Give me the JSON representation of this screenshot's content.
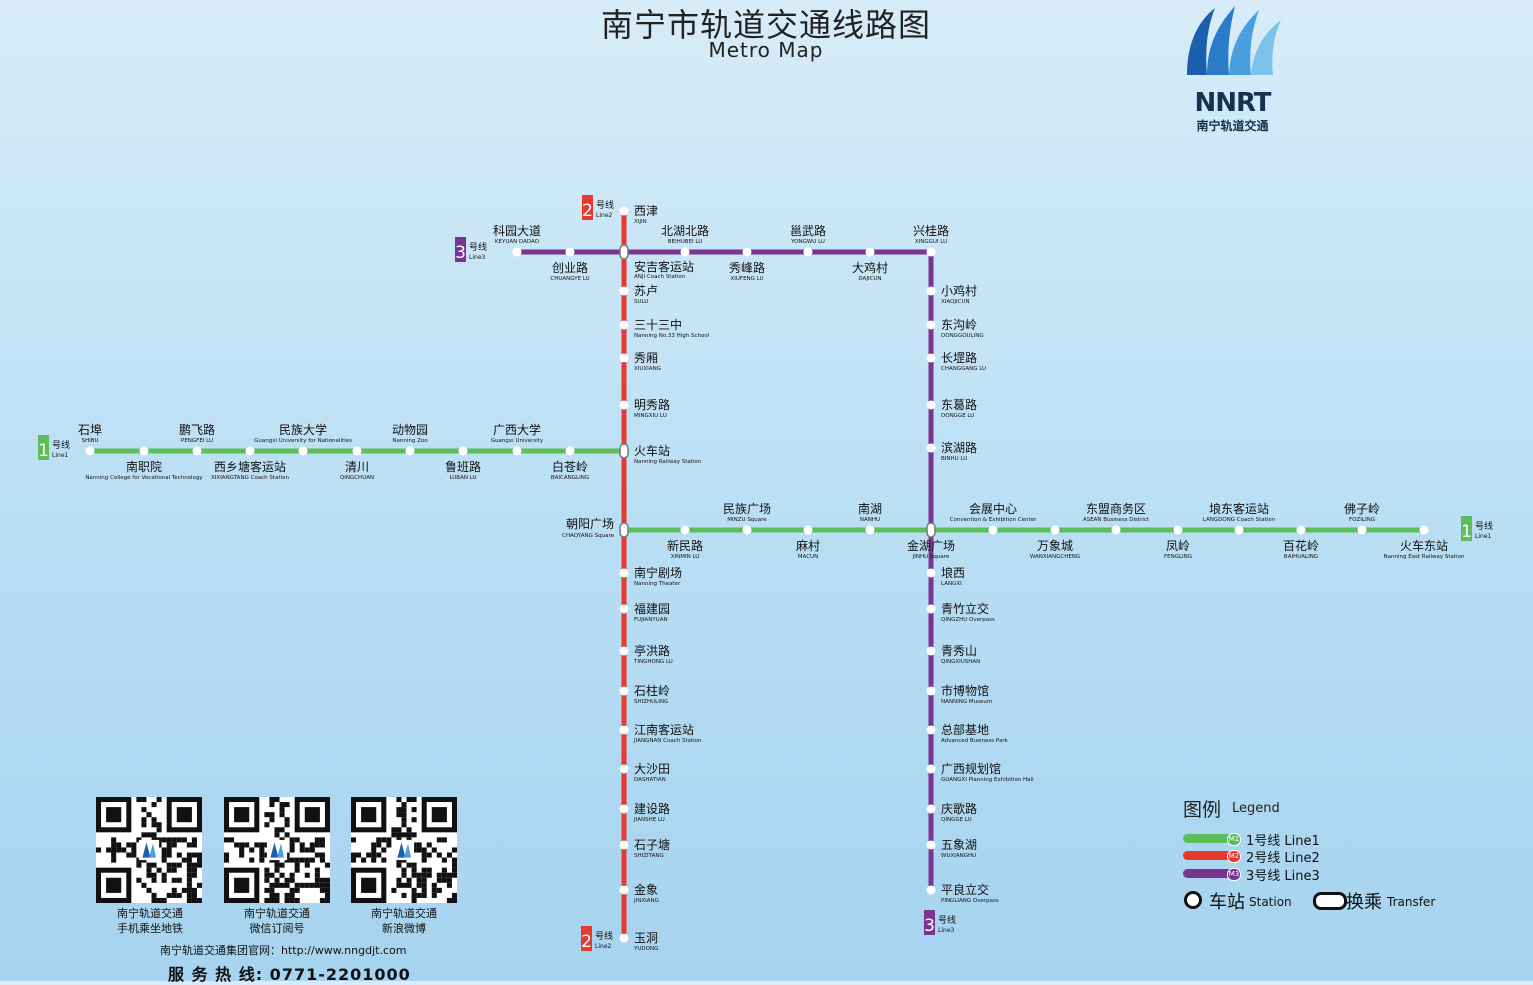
{
  "header": {
    "title_cn": "南宁市轨道交通线路图",
    "title_en": "Metro Map",
    "logo_text": "NNRT",
    "logo_sub": "南宁轨道交通"
  },
  "colors": {
    "line1": "#5cbd5a",
    "line2": "#e8392f",
    "line3": "#7a3592",
    "station_fill": "#ffffff",
    "text": "#111111"
  },
  "line_badges": [
    {
      "num": "1",
      "cn": "号线",
      "en": "Line1",
      "line": "line1",
      "pos": "west"
    },
    {
      "num": "1",
      "cn": "号线",
      "en": "Line1",
      "line": "line1",
      "pos": "east"
    },
    {
      "num": "2",
      "cn": "号线",
      "en": "Line2",
      "line": "line2",
      "pos": "north"
    },
    {
      "num": "2",
      "cn": "号线",
      "en": "Line2",
      "line": "line2",
      "pos": "south"
    },
    {
      "num": "3",
      "cn": "号线",
      "en": "Line3",
      "line": "line3",
      "pos": "west"
    },
    {
      "num": "3",
      "cn": "号线",
      "en": "Line3",
      "line": "line3",
      "pos": "south"
    }
  ],
  "lines": {
    "line1": {
      "name": "1号线",
      "stations": [
        {
          "cn": "石埠",
          "en": "SHIBU"
        },
        {
          "cn": "南职院",
          "en": "Nanning College for Vocational Technology"
        },
        {
          "cn": "鹏飞路",
          "en": "PENGFEI LU"
        },
        {
          "cn": "西乡塘客运站",
          "en": "XIXIANGTANG Coach Station"
        },
        {
          "cn": "民族大学",
          "en": "Guangxi University for Nationalities"
        },
        {
          "cn": "清川",
          "en": "QINGCHUAN"
        },
        {
          "cn": "动物园",
          "en": "Nanning Zoo"
        },
        {
          "cn": "鲁班路",
          "en": "LUBAN LU"
        },
        {
          "cn": "广西大学",
          "en": "Guangxi University"
        },
        {
          "cn": "白苍岭",
          "en": "BAICANGLING"
        },
        {
          "cn": "火车站",
          "en": "Nanning Railway Station",
          "transfer": true
        },
        {
          "cn": "朝阳广场",
          "en": "CHAOYANG Square",
          "transfer": true
        },
        {
          "cn": "新民路",
          "en": "XINMIN LU"
        },
        {
          "cn": "民族广场",
          "en": "MINZU Square"
        },
        {
          "cn": "麻村",
          "en": "MACUN"
        },
        {
          "cn": "南湖",
          "en": "NANHU"
        },
        {
          "cn": "金湖广场",
          "en": "JINHU Square",
          "transfer": true
        },
        {
          "cn": "会展中心",
          "en": "Convention & Exhibition Center"
        },
        {
          "cn": "万象城",
          "en": "WANXIANGCHENG"
        },
        {
          "cn": "东盟商务区",
          "en": "ASEAN Business District"
        },
        {
          "cn": "凤岭",
          "en": "FENGLING"
        },
        {
          "cn": "埌东客运站",
          "en": "LANGDONG Coach Station"
        },
        {
          "cn": "百花岭",
          "en": "BAIHUALING"
        },
        {
          "cn": "佛子岭",
          "en": "FOZILING"
        },
        {
          "cn": "火车东站",
          "en": "Nanning East Railway Station"
        }
      ]
    },
    "line2": {
      "name": "2号线",
      "stations": [
        {
          "cn": "西津",
          "en": "XIJIN"
        },
        {
          "cn": "安吉客运站",
          "en": "ANJI Coach Station",
          "transfer": true
        },
        {
          "cn": "苏卢",
          "en": "SULU"
        },
        {
          "cn": "三十三中",
          "en": "Nanning No.33 High School"
        },
        {
          "cn": "秀厢",
          "en": "XIUXIANG"
        },
        {
          "cn": "明秀路",
          "en": "MINGXIU LU"
        },
        {
          "cn": "火车站",
          "en": "Nanning Railway Station",
          "transfer": true
        },
        {
          "cn": "朝阳广场",
          "en": "CHAOYANG Square",
          "transfer": true
        },
        {
          "cn": "南宁剧场",
          "en": "Nanning Theater"
        },
        {
          "cn": "福建园",
          "en": "FUJIANYUAN"
        },
        {
          "cn": "亭洪路",
          "en": "TINGHONG LU"
        },
        {
          "cn": "石柱岭",
          "en": "SHIZHULING"
        },
        {
          "cn": "江南客运站",
          "en": "JIANGNAN Coach Station"
        },
        {
          "cn": "大沙田",
          "en": "DASHATIAN"
        },
        {
          "cn": "建设路",
          "en": "JIANSHE LU"
        },
        {
          "cn": "石子塘",
          "en": "SHIZITANG"
        },
        {
          "cn": "金象",
          "en": "JINXIANG"
        },
        {
          "cn": "玉洞",
          "en": "YUDONG"
        }
      ]
    },
    "line3": {
      "name": "3号线",
      "stations": [
        {
          "cn": "科园大道",
          "en": "KEYUAN DADAO"
        },
        {
          "cn": "创业路",
          "en": "CHUANGYE LU"
        },
        {
          "cn": "安吉客运站",
          "en": "ANJI Coach Station",
          "transfer": true
        },
        {
          "cn": "北湖北路",
          "en": "BEIHUBEI LU"
        },
        {
          "cn": "秀峰路",
          "en": "XIUFENG LU"
        },
        {
          "cn": "邕武路",
          "en": "YONGWU LU"
        },
        {
          "cn": "大鸡村",
          "en": "DAJICUN"
        },
        {
          "cn": "兴桂路",
          "en": "XINGGUI LU"
        },
        {
          "cn": "小鸡村",
          "en": "XIAOJICUN"
        },
        {
          "cn": "东沟岭",
          "en": "DONGGOULING"
        },
        {
          "cn": "长堽路",
          "en": "CHANGGANG LU"
        },
        {
          "cn": "东葛路",
          "en": "DONGGE LU"
        },
        {
          "cn": "滨湖路",
          "en": "BINHU LU"
        },
        {
          "cn": "金湖广场",
          "en": "JINHU Square",
          "transfer": true
        },
        {
          "cn": "埌西",
          "en": "LANGXI"
        },
        {
          "cn": "青竹立交",
          "en": "QINGZHU Overpass"
        },
        {
          "cn": "青秀山",
          "en": "QINGXIUSHAN"
        },
        {
          "cn": "市博物馆",
          "en": "NANNING Museum"
        },
        {
          "cn": "总部基地",
          "en": "Advanced Business Park"
        },
        {
          "cn": "广西规划馆",
          "en": "GUANGXI Planning Exhibition Hall"
        },
        {
          "cn": "庆歌路",
          "en": "QINGGE LU"
        },
        {
          "cn": "五象湖",
          "en": "WUXIANGHU"
        },
        {
          "cn": "平良立交",
          "en": "PINGLIANG Overpass"
        }
      ]
    }
  },
  "legend": {
    "title_cn": "图例",
    "title_en": "Legend",
    "items": [
      {
        "badge": "M1",
        "label": "1号线 Line1",
        "line": "line1"
      },
      {
        "badge": "M2",
        "label": "2号线 Line2",
        "line": "line2"
      },
      {
        "badge": "M3",
        "label": "3号线 Line3",
        "line": "line3"
      }
    ],
    "station_cn": "车站",
    "station_en": "Station",
    "transfer_cn": "换乘",
    "transfer_en": "Transfer"
  },
  "qr_codes": [
    {
      "line1": "南宁轨道交通",
      "line2": "手机乘坐地铁"
    },
    {
      "line1": "南宁轨道交通",
      "line2": "微信订阅号"
    },
    {
      "line1": "南宁轨道交通",
      "line2": "新浪微博"
    }
  ],
  "footer": {
    "website": "南宁轨道交通集团官网：http://www.nngdjt.com",
    "hotline": "服 务 热 线: 0771-2201000"
  }
}
